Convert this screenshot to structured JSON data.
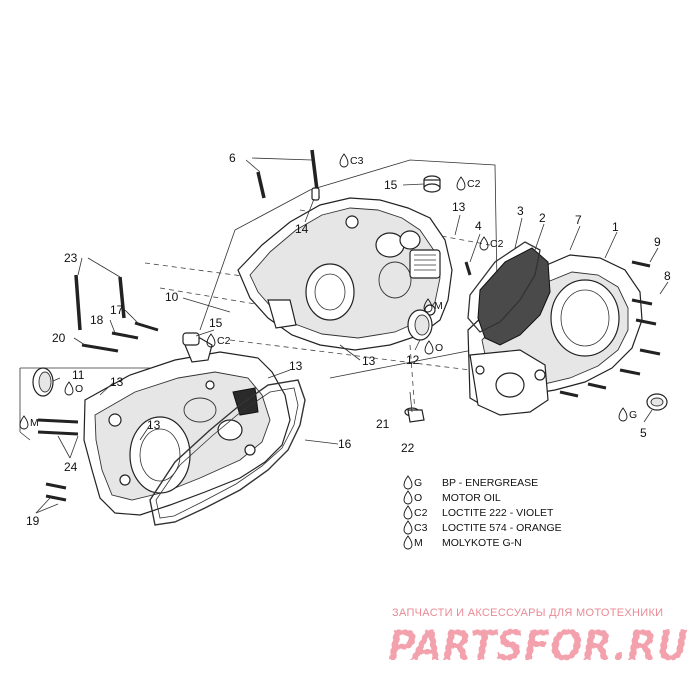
{
  "callouts": [
    {
      "id": "1",
      "label": "1"
    },
    {
      "id": "2",
      "label": "2"
    },
    {
      "id": "3",
      "label": "3"
    },
    {
      "id": "4",
      "label": "4"
    },
    {
      "id": "5",
      "label": "5"
    },
    {
      "id": "6",
      "label": "6"
    },
    {
      "id": "7",
      "label": "7"
    },
    {
      "id": "8",
      "label": "8"
    },
    {
      "id": "9",
      "label": "9"
    },
    {
      "id": "10",
      "label": "10"
    },
    {
      "id": "11",
      "label": "11"
    },
    {
      "id": "12",
      "label": "12"
    },
    {
      "id": "13",
      "label": "13"
    },
    {
      "id": "14",
      "label": "14"
    },
    {
      "id": "15",
      "label": "15"
    },
    {
      "id": "16",
      "label": "16"
    },
    {
      "id": "17",
      "label": "17"
    },
    {
      "id": "18",
      "label": "18"
    },
    {
      "id": "19",
      "label": "19"
    },
    {
      "id": "20",
      "label": "20"
    },
    {
      "id": "21",
      "label": "21"
    },
    {
      "id": "22",
      "label": "22"
    },
    {
      "id": "23",
      "label": "23"
    },
    {
      "id": "24",
      "label": "24"
    }
  ],
  "lubricant_tags": {
    "c3": "C3",
    "c2": "C2",
    "m": "M",
    "o": "O",
    "g": "G"
  },
  "legend": [
    {
      "code": "G",
      "text": "BP - ENERGREASE"
    },
    {
      "code": "O",
      "text": "MOTOR OIL"
    },
    {
      "code": "C2",
      "text": "LOCTITE 222 - VIOLET"
    },
    {
      "code": "C3",
      "text": "LOCTITE 574 - ORANGE"
    },
    {
      "code": "M",
      "text": "MOLYKOTE G-N"
    }
  ],
  "watermark": {
    "tagline": "ЗАПЧАСТИ И АКСЕССУАРЫ ДЛЯ МОТОТЕХНИКИ",
    "logo": "PARTSFOR.RU"
  },
  "colors": {
    "ink": "#222222",
    "watermark": "#f3a2ad"
  }
}
